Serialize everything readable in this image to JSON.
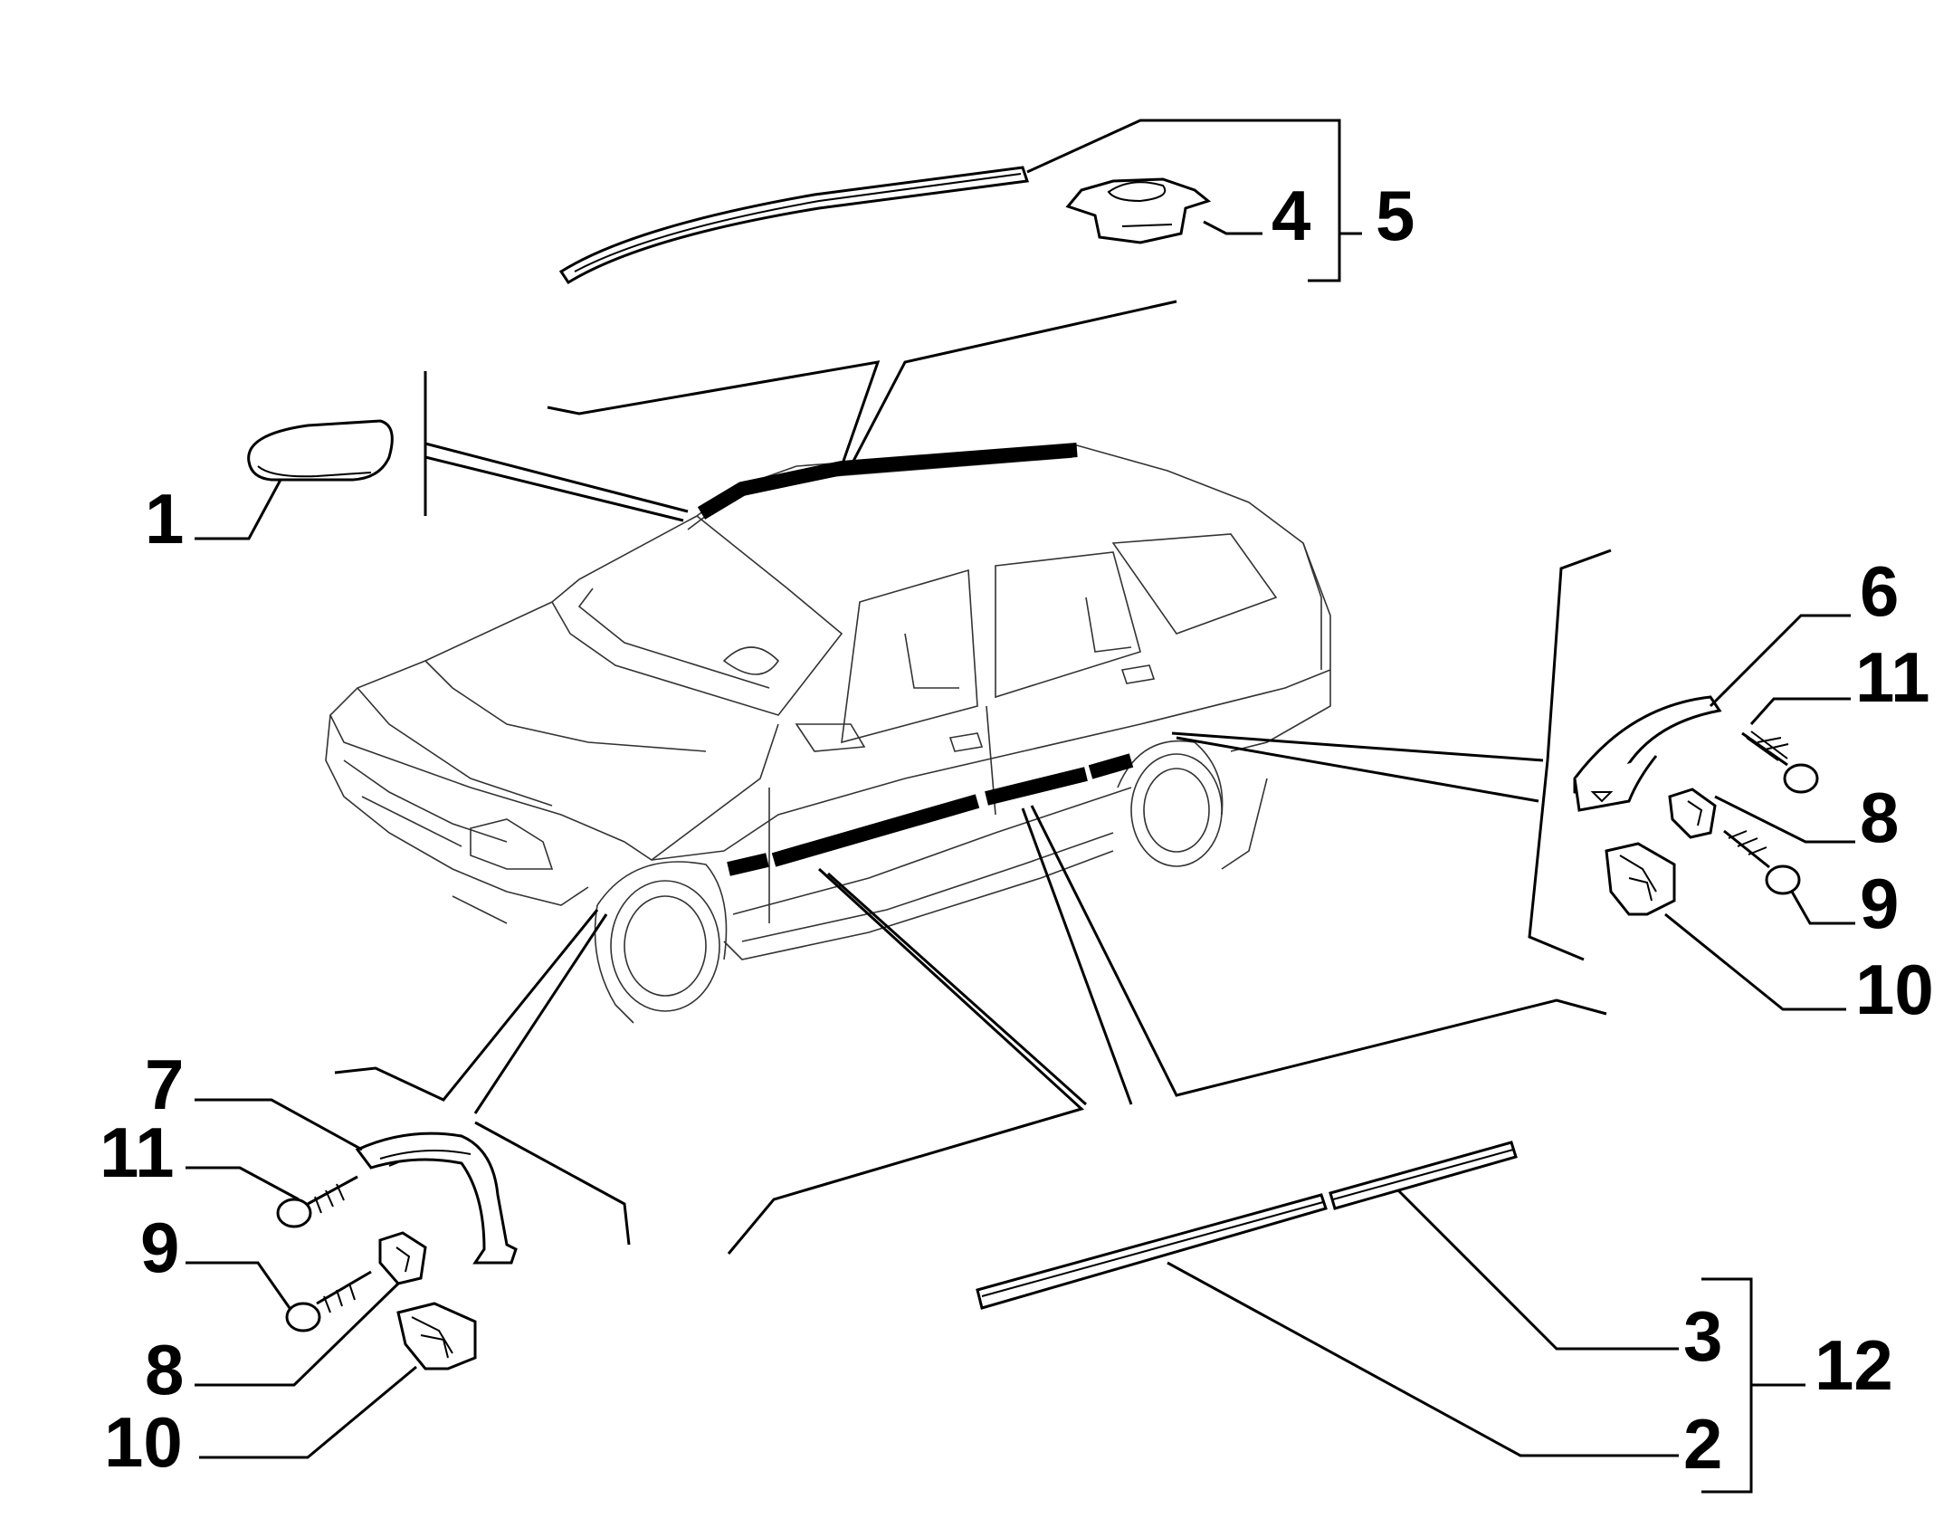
{
  "diagram": {
    "callouts": [
      {
        "id": "1",
        "text": "1"
      },
      {
        "id": "2",
        "text": "2"
      },
      {
        "id": "3",
        "text": "3"
      },
      {
        "id": "4",
        "text": "4"
      },
      {
        "id": "5",
        "text": "5"
      },
      {
        "id": "6",
        "text": "6"
      },
      {
        "id": "7",
        "text": "7"
      },
      {
        "id": "8a",
        "text": "8"
      },
      {
        "id": "8b",
        "text": "8"
      },
      {
        "id": "9a",
        "text": "9"
      },
      {
        "id": "9b",
        "text": "9"
      },
      {
        "id": "10a",
        "text": "10"
      },
      {
        "id": "10b",
        "text": "10"
      },
      {
        "id": "11a",
        "text": "11"
      },
      {
        "id": "11b",
        "text": "11"
      },
      {
        "id": "12",
        "text": "12"
      }
    ],
    "colors": {
      "line": "#000000",
      "background": "#ffffff"
    }
  }
}
